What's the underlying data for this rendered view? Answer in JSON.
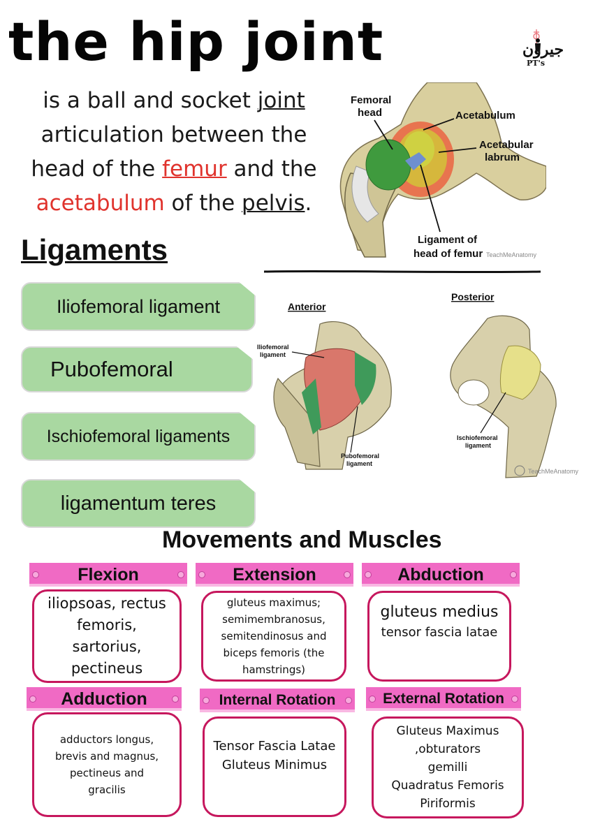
{
  "title": "the hip joint",
  "logo": {
    "text": "جيرون",
    "sub": "PT's"
  },
  "intro": {
    "part1": "is a ball and socket ",
    "joint": "joint",
    "part2": " articulation between the head of the ",
    "femur": "femur",
    "part3": " and the ",
    "acetabulum": "acetabulum",
    "part4": " of the ",
    "pelvis": "pelvis",
    "part5": "."
  },
  "hip_figure": {
    "labels": {
      "femoral_head": [
        "Femoral",
        "head"
      ],
      "acetabulum": "Acetabulum",
      "acetabular_labrum": [
        "Acetabular",
        "labrum"
      ],
      "ligament_head": [
        "Ligament of",
        "head of femur"
      ],
      "watermark": "TeachMeAnatomy"
    }
  },
  "ligaments": {
    "heading": "Ligaments",
    "items": [
      {
        "label": "Iliofemoral ligament"
      },
      {
        "label": "Pubofemoral"
      },
      {
        "label": "Ischiofemoral ligaments"
      },
      {
        "label": "ligamentum teres"
      }
    ]
  },
  "ligament_figure": {
    "anterior": "Anterior",
    "posterior": "Posterior",
    "iliofemoral": [
      "Iliofemoral",
      "ligament"
    ],
    "pubofemoral": [
      "Pubofemoral",
      "ligament"
    ],
    "ischiofemoral": [
      "Ischiofemoral",
      "ligament"
    ],
    "watermark": "TeachMeAnatomy"
  },
  "movements": {
    "heading": "Movements and Muscles",
    "items": [
      {
        "name": "Flexion",
        "muscles": [
          "iliopsoas, rectus",
          "femoris,",
          "sartorius,",
          "pectineus"
        ]
      },
      {
        "name": "Extension",
        "muscles": [
          "gluteus maximus;",
          "semimembranosus,",
          "semitendinosus and",
          "biceps femoris (the",
          "hamstrings)"
        ]
      },
      {
        "name": "Abduction",
        "muscles": [
          "gluteus medius",
          "tensor fascia latae"
        ]
      },
      {
        "name": "Adduction",
        "muscles": [
          "adductors longus,",
          "brevis and magnus,",
          "pectineus and",
          "gracilis"
        ]
      },
      {
        "name": "Internal Rotation",
        "muscles": [
          "Tensor Fascia Latae",
          "Gluteus Minimus"
        ]
      },
      {
        "name": "External Rotation",
        "muscles": [
          "Gluteus Maximus",
          ",obturators",
          "gemilli",
          "Quadratus Femoris",
          "Piriformis"
        ]
      }
    ]
  },
  "colors": {
    "ligament_box": "#a9d8a1",
    "movement_label": "#f06ac4",
    "movement_border": "#c6175d",
    "accent_red": "#e0332d"
  }
}
